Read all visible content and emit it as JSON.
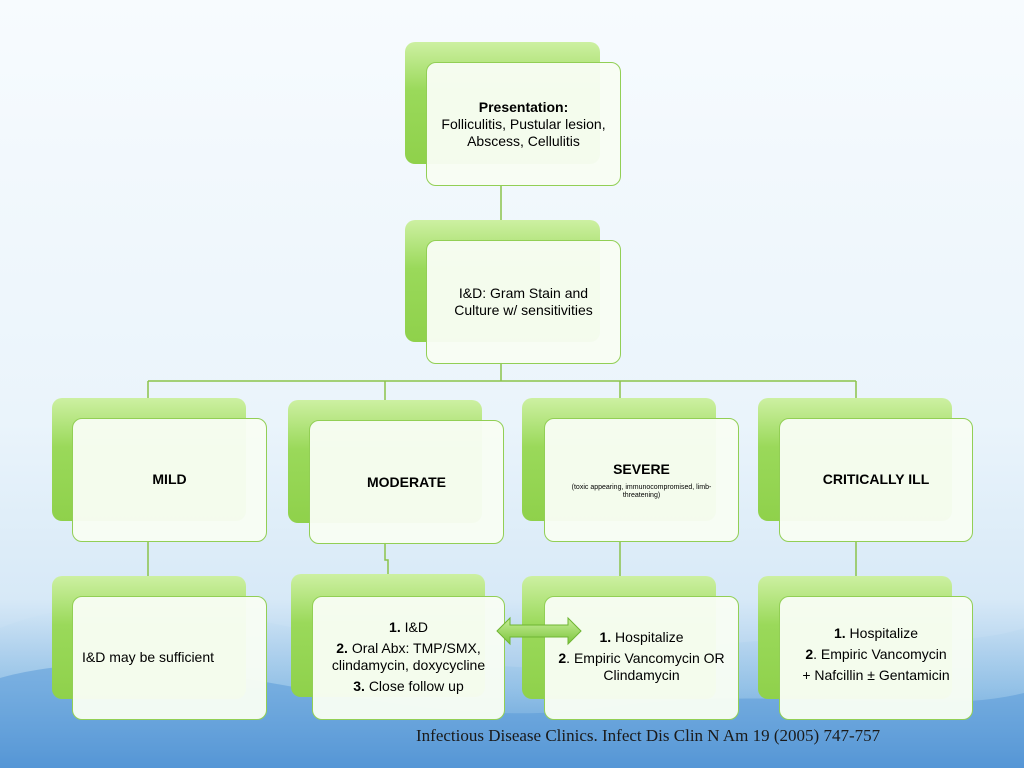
{
  "colors": {
    "node_fill": "#f8fdf4",
    "node_border": "#92cf55",
    "node_shadow": "#8fd14b",
    "connector": "#8bc34a",
    "background_bottom": "#6fa8dc"
  },
  "nodes": {
    "presentation": {
      "title": "Presentation:",
      "text": "Folliculitis, Pustular lesion, Abscess, Cellulitis"
    },
    "id_gram": {
      "text": "I&D: Gram Stain and Culture w/ sensitivities"
    },
    "mild": {
      "title": "MILD"
    },
    "moderate": {
      "title": "MODERATE"
    },
    "severe": {
      "title": "SEVERE",
      "note": "(toxic appearing, immunocompromised, limb-threatening)"
    },
    "critically_ill": {
      "title": "CRITICALLY ILL"
    },
    "mild_tx": {
      "text": "I&D may be sufficient"
    },
    "moderate_tx": {
      "item1_num": "1.",
      "item1": "I&D",
      "item2_num": "2.",
      "item2": "Oral Abx: TMP/SMX, clindamycin, doxycycline",
      "item3_num": "3.",
      "item3": "Close follow up"
    },
    "severe_tx": {
      "item1_num": "1.",
      "item1": "Hospitalize",
      "item2_num": "2",
      "item2": ". Empiric Vancomycin OR Clindamycin"
    },
    "critical_tx": {
      "item1_num": "1.",
      "item1": "Hospitalize",
      "item2_num": "2",
      "item2": ". Empiric Vancomycin",
      "item3": "+ Nafcillin ± Gentamicin"
    }
  },
  "arrow": {
    "icon": "double-arrow-icon"
  },
  "citation": "Infectious Disease Clinics. Infect Dis Clin N Am 19 (2005) 747-757"
}
